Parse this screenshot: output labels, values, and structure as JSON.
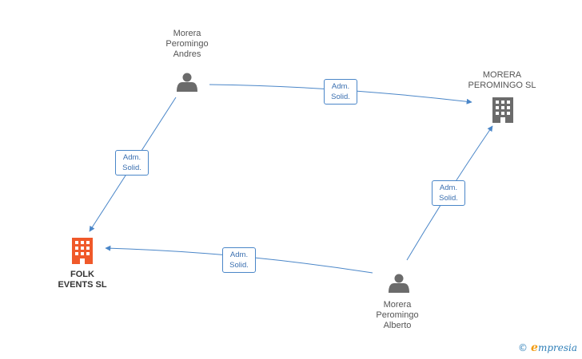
{
  "nodes": {
    "person_andres": {
      "lines": [
        "Morera",
        "Peromingo",
        "Andres"
      ],
      "kind": "person"
    },
    "company_morera": {
      "lines": [
        "MORERA",
        "PEROMINGO SL"
      ],
      "kind": "company"
    },
    "company_folk": {
      "lines": [
        "FOLK",
        "EVENTS SL"
      ],
      "kind": "company-main"
    },
    "person_alberto": {
      "lines": [
        "Morera",
        "Peromingo",
        "Alberto"
      ],
      "kind": "person"
    }
  },
  "edges": {
    "andres_to_morera": {
      "label": [
        "Adm.",
        "Solid."
      ]
    },
    "andres_to_folk": {
      "label": [
        "Adm.",
        "Solid."
      ]
    },
    "alberto_to_morera": {
      "label": [
        "Adm.",
        "Solid."
      ]
    },
    "alberto_to_folk": {
      "label": [
        "Adm.",
        "Solid."
      ]
    }
  },
  "colors": {
    "edge": "#4a86c8",
    "person_icon": "#6b6b6b",
    "company_icon": "#6b6b6b",
    "company_main_icon": "#f0592a"
  },
  "watermark": {
    "symbol": "©",
    "brand_initial": "e",
    "brand_rest": "mpresia"
  }
}
